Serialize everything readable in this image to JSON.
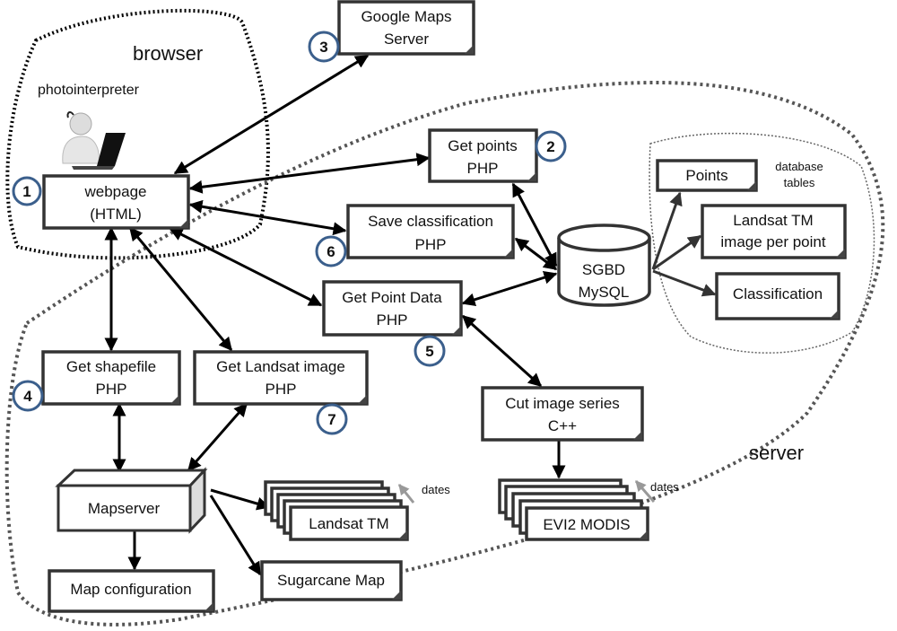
{
  "regions": {
    "browser": "browser",
    "server": "server"
  },
  "actor": {
    "label": "photointerpreter",
    "icon": "user-laptop-icon"
  },
  "nodes": {
    "webpage": {
      "line1": "webpage",
      "line2": "(HTML)",
      "step": "1"
    },
    "get_points": {
      "line1": "Get points",
      "line2": "PHP",
      "step": "2"
    },
    "google_maps": {
      "line1": "Google Maps",
      "line2": "Server",
      "step": "3"
    },
    "get_shapefile": {
      "line1": "Get shapefile",
      "line2": "PHP",
      "step": "4"
    },
    "get_point_data": {
      "line1": "Get Point Data",
      "line2": "PHP",
      "step": "5"
    },
    "save_classification": {
      "line1": "Save classification",
      "line2": "PHP",
      "step": "6"
    },
    "get_landsat": {
      "line1": "Get Landsat image",
      "line2": "PHP",
      "step": "7"
    },
    "sgbd": {
      "line1": "SGBD",
      "line2": "MySQL"
    },
    "cut_image": {
      "line1": "Cut image series",
      "line2": "C++"
    },
    "mapserver": {
      "label": "Mapserver"
    },
    "map_config": {
      "label": "Map configuration"
    },
    "sugarcane_map": {
      "label": "Sugarcane Map"
    },
    "landsat_tm_stack": {
      "label": "Landsat TM",
      "dates_label": "dates"
    },
    "evi2_modis_stack": {
      "label": "EVI2 MODIS",
      "dates_label": "dates"
    }
  },
  "database_tables": {
    "caption_line1": "database",
    "caption_line2": "tables",
    "items": [
      {
        "line1": "Points",
        "line2": ""
      },
      {
        "line1": "Landsat TM",
        "line2": "image per point"
      },
      {
        "line1": "Classification",
        "line2": ""
      }
    ]
  },
  "colors": {
    "step_circle": "#3b5f8c",
    "box_stroke": "#333333",
    "dates_arrow": "#999999"
  }
}
